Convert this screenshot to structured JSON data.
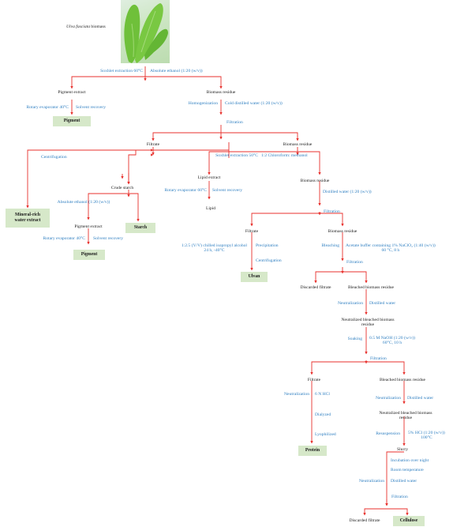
{
  "colors": {
    "arrow": "#e8302c",
    "condition_text": "#2f7fc1",
    "product_box": "#d6e8c9",
    "algae": "#6fc03a"
  },
  "source": {
    "name_italic": "Ulva fasciata",
    "name_rest": " biomass"
  },
  "labels": {
    "soxhlet_60": "Soxhlet extraction 60°C",
    "ethanol_1": "Absolute ethanol (1:20 (w/v))",
    "pigment_extract_1": "Pigment extract",
    "biomass_residue_1": "Biomass residue",
    "rotary_40_1": "Rotary evaporator 40°C",
    "solvent_recovery_1": "Solvent recovery",
    "pigment_1": "Pigment",
    "homogenization": "Homogenization",
    "cold_water": "Cold distilled water (1:20 (w/v))",
    "filtration_1": "Filtration",
    "filtrate_1": "Filtrate",
    "biomass_residue_2": "Biomass residue",
    "centrifugation_1": "Centrifugation",
    "soxhlet_50": "Soxhlet extraction 50°C",
    "chloroform": "1:2 Chloroform: methanol",
    "mineral_line1": "Mineral-rich",
    "mineral_line2": "water extract",
    "crude_starch": "Crude starch",
    "lipid_extract": "Lipid extract",
    "biomass_residue_3": "Biomass residue",
    "ethanol_2": "Absolute ethanol (1:20 (w/v))",
    "rotary_60": "Rotary evaporator 60°C",
    "solvent_recovery_2": "Solvent recovery",
    "distilled_water_1": "Distilled water (1:20 (w/v))",
    "lipid": "Lipid",
    "starch": "Starch",
    "pigment_extract_2": "Pigment extract",
    "rotary_40_2": "Rotary evaporator 40°C",
    "solvent_recovery_3": "Solvent recovery",
    "pigment_2": "Pigment",
    "filtration_2": "Filtration",
    "filtrate_2": "Filtrate",
    "biomass_residue_4": "Biomass residue",
    "isopropyl_line1": "1:2.5 (V/V) chilled isopropyl alcohol",
    "isopropyl_line2": "24 h, -40°C",
    "precipitation": "Precipitation",
    "centrifugation_2": "Centrifugation",
    "bleaching": "Bleaching",
    "acetate_line1": "Acetate buffer containing 1% NaClO₂ (1:40 (w/v))",
    "acetate_line2": "60 °C, 8 h",
    "filtration_3": "Filtration",
    "ulvan": "Ulvan",
    "discarded_filtrate_1": "Discarded filtrate",
    "bleached_residue_1": "Bleached biomass residue",
    "neutralization_1": "Neutralization",
    "distilled_water_2": "Distilled water",
    "neutralized_1_line1": "Neutralized bleached biomass",
    "neutralized_1_line2": "residue",
    "soaking": "Soaking",
    "naoh_line1": "0.5 M NaOH (1:20 (w/v))",
    "naoh_line2": "60°C, 10 h",
    "filtration_4": "Filtration",
    "filtrate_3": "Filtrate",
    "bleached_residue_2": "Bleached biomass residue",
    "neutralization_2": "Neutralization",
    "hcl_6n": "6 N HCl",
    "neutralization_3": "Neutralization",
    "distilled_water_3": "Distilled water",
    "dialyzed": "Dialyzed",
    "neutralized_2_line1": "Neutralized bleached biomass",
    "neutralized_2_line2": "residue",
    "lyophilized": "Lyophilized",
    "resuspension": "Resuspension",
    "hcl_5_line1": "5% HCl (1:20 (w/v))",
    "hcl_5_line2": "100°C",
    "protein": "Protein",
    "slurry": "Slurry",
    "incubation": "Incubation over night",
    "room_temp": "Room temperature",
    "neutralization_4": "Neutralization",
    "distilled_water_4": "Distilled water",
    "filtration_5": "Filtration",
    "discarded_filtrate_2": "Discarded filtrate",
    "cellulose": "Cellulose"
  }
}
